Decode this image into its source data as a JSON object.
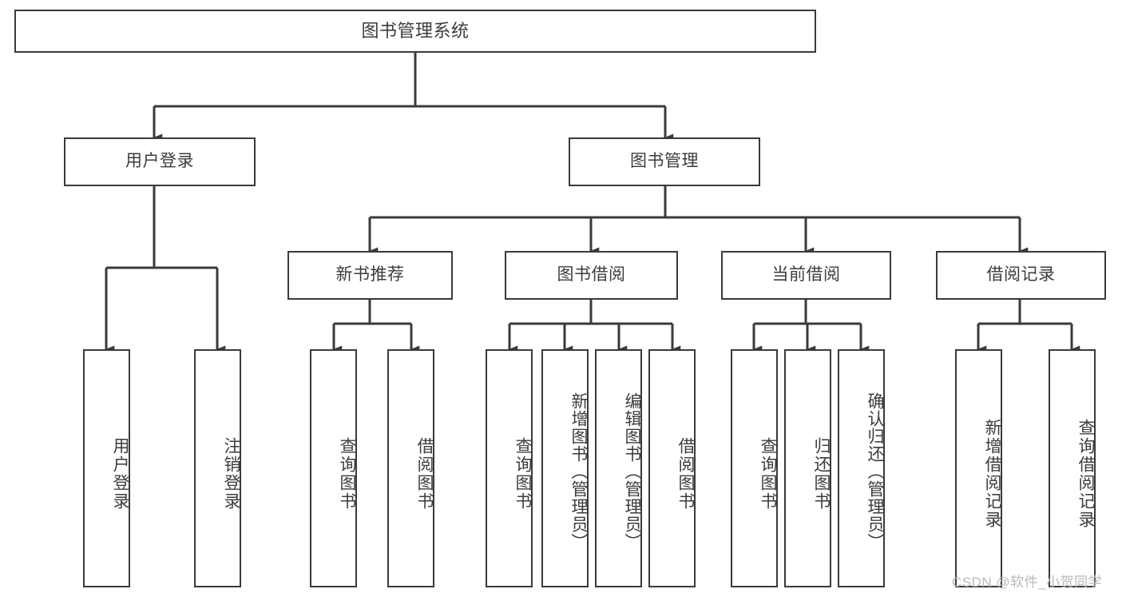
{
  "diagram": {
    "title": "图书管理系统",
    "type": "tree-hierarchy-chart",
    "root": {
      "id": "root",
      "label": "图书管理系统",
      "orientation": "horizontal"
    },
    "level2": [
      {
        "id": "user-login",
        "label": "用户登录",
        "orientation": "horizontal"
      },
      {
        "id": "book-management",
        "label": "图书管理",
        "orientation": "horizontal"
      }
    ],
    "level3": [
      {
        "id": "new-book-recommend",
        "label": "新书推荐",
        "orientation": "horizontal"
      },
      {
        "id": "book-borrow",
        "label": "图书借阅",
        "orientation": "horizontal"
      },
      {
        "id": "current-borrow",
        "label": "当前借阅",
        "orientation": "horizontal"
      },
      {
        "id": "borrow-record",
        "label": "借阅记录",
        "orientation": "horizontal"
      }
    ],
    "leaves": [
      {
        "id": "leaf-user-login",
        "label": "用户登录",
        "parent": "user-login"
      },
      {
        "id": "leaf-logout-login",
        "label": "注销登录",
        "parent": "user-login"
      },
      {
        "id": "leaf-query-book-1",
        "label": "查询图书",
        "parent": "new-book-recommend"
      },
      {
        "id": "leaf-borrow-book-1",
        "label": "借阅图书",
        "parent": "new-book-recommend"
      },
      {
        "id": "leaf-query-book-2",
        "label": "查询图书",
        "parent": "book-borrow"
      },
      {
        "id": "leaf-add-book",
        "label": "新增图书（管理员）",
        "parent": "book-borrow"
      },
      {
        "id": "leaf-edit-book",
        "label": "编辑图书（管理员）",
        "parent": "book-borrow"
      },
      {
        "id": "leaf-borrow-book-2",
        "label": "借阅图书",
        "parent": "book-borrow"
      },
      {
        "id": "leaf-query-book-3",
        "label": "查询图书",
        "parent": "current-borrow"
      },
      {
        "id": "leaf-return-book",
        "label": "归还图书",
        "parent": "current-borrow"
      },
      {
        "id": "leaf-confirm-return",
        "label": "确认归还（管理员）",
        "parent": "current-borrow"
      },
      {
        "id": "leaf-add-record",
        "label": "新增借阅记录",
        "parent": "borrow-record"
      },
      {
        "id": "leaf-query-record",
        "label": "查询借阅记录",
        "parent": "borrow-record"
      }
    ],
    "watermark": "CSDN @软件_小贺同学",
    "colors": {
      "stroke": "#3a3a3a",
      "text": "#3c3c3c",
      "background": "#ffffff",
      "watermark": "#b9b9b9"
    }
  }
}
